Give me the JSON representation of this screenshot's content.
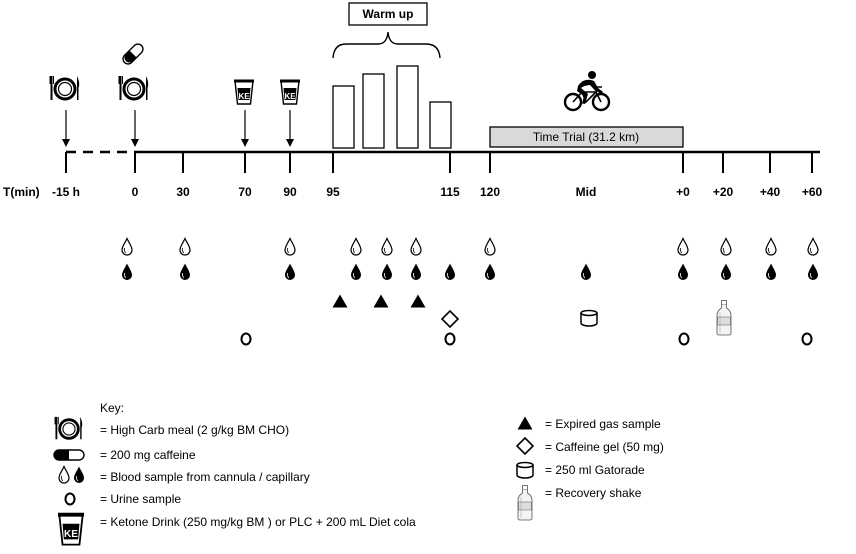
{
  "timeline": {
    "axis_label": "T(min)",
    "ticks": [
      "-15 h",
      "0",
      "30",
      "70",
      "90",
      "95",
      "115",
      "120",
      "Mid",
      "+0",
      "+20",
      "+40",
      "+60"
    ]
  },
  "warmup": {
    "label": "Warm up",
    "bar_levels": [
      0.62,
      0.74,
      0.82,
      0.46
    ]
  },
  "time_trial": {
    "label": "Time Trial (31.2 km)"
  },
  "key": {
    "title": "Key:",
    "meal": "= High Carb meal (2 g/kg BM CHO)",
    "caffeine": "= 200 mg caffeine",
    "blood": "= Blood sample from cannula / capillary",
    "urine": "= Urine sample",
    "ketone": "= Ketone Drink (250 mg/kg BM ) or PLC + 200 mL Diet cola",
    "gas": "= Expired gas sample",
    "gel": "= Caffeine gel (50 mg)",
    "gatorade": "= 250 ml Gatorade",
    "shake": "= Recovery shake"
  },
  "icons": {
    "meal": "plate-with-fork-and-knife-icon",
    "caffeine": "capsule-icon",
    "ketone": "ke-cup-icon",
    "bike": "cyclist-icon",
    "cannula": "outline-drop-icon",
    "capillary": "filled-drop-icon",
    "urine": "circle-icon",
    "gas": "triangle-icon",
    "gel": "diamond-icon",
    "gatorade": "cylinder-icon",
    "shake": "bottle-icon"
  },
  "cup_text": "KE"
}
